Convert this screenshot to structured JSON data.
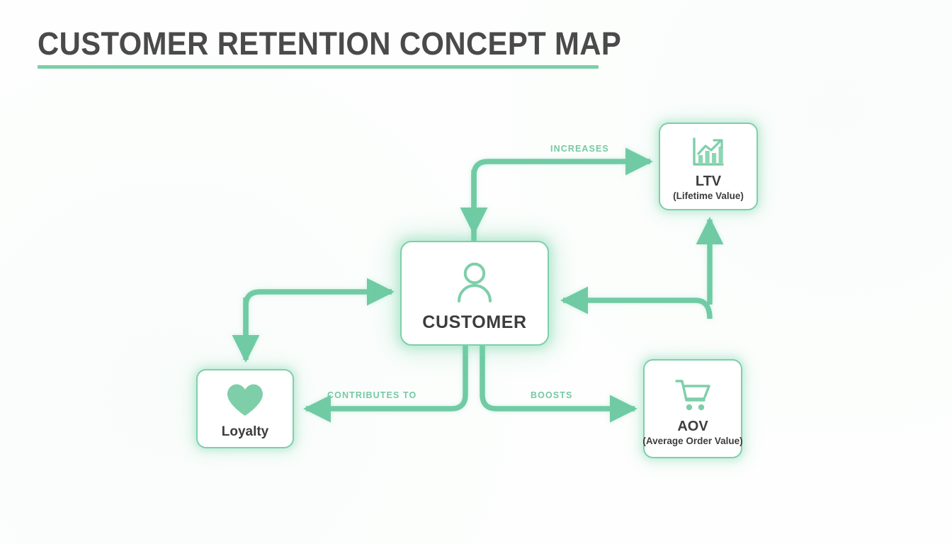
{
  "header": {
    "title": "CUSTOMER RETENTION CONCEPT MAP"
  },
  "theme": {
    "accent_green": "#7ecfa9",
    "arrow_green": "#6fcba4",
    "label_green": "#76c9a3",
    "text_dark": "#3d3d3d",
    "title_gray": "#4a4a4a",
    "background": "#ffffff"
  },
  "diagram": {
    "type": "concept-map",
    "nodes": [
      {
        "id": "customer",
        "label": "CUSTOMER",
        "sublabel": "",
        "icon": "person-icon",
        "role": "central"
      },
      {
        "id": "ltv",
        "label": "LTV",
        "sublabel": "(Lifetime Value)",
        "icon": "bar-chart-growth-icon",
        "role": "outcome"
      },
      {
        "id": "aov",
        "label": "AOV",
        "sublabel": "(Average Order Value)",
        "icon": "shopping-cart-icon",
        "role": "outcome"
      },
      {
        "id": "loyalty",
        "label": "Loyalty",
        "sublabel": "",
        "icon": "heart-icon",
        "role": "driver"
      }
    ],
    "edges": [
      {
        "id": "customer-to-ltv",
        "from": "customer",
        "to": "ltv",
        "label": "INCREASES"
      },
      {
        "id": "customer-to-loyalty",
        "from": "customer",
        "to": "loyalty",
        "label": "CONTRIBUTES TO"
      },
      {
        "id": "customer-to-aov",
        "from": "customer",
        "to": "aov",
        "label": "BOOSTS"
      },
      {
        "id": "aov-to-ltv",
        "from": "aov",
        "to": "ltv",
        "label": ""
      },
      {
        "id": "loyalty-to-customer",
        "from": "loyalty",
        "to": "customer",
        "label": ""
      },
      {
        "id": "aov-to-customer",
        "from": "aov",
        "to": "customer",
        "label": ""
      }
    ]
  }
}
